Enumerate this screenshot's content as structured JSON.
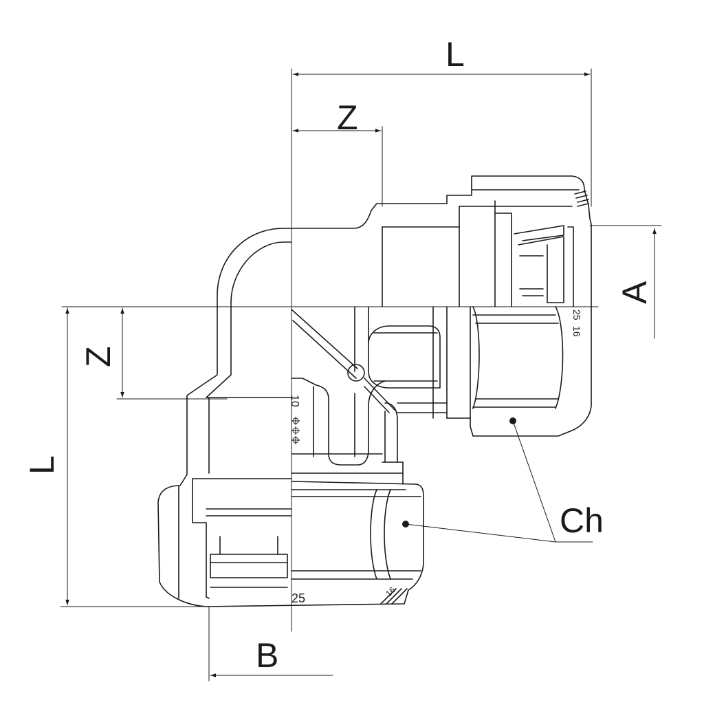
{
  "labels": {
    "length_top": "L",
    "z_top": "Z",
    "dim_a": "A",
    "z_left": "Z",
    "length_left": "L",
    "dim_b": "B",
    "wrench": "Ch"
  },
  "markings": {
    "top_nut_size": "25",
    "top_pressure": "16",
    "bottom_nut_size": "25",
    "bottom_pressure": "16",
    "body_marking": "10"
  },
  "colors": {
    "line": "#1a1a1a",
    "background": "#ffffff"
  }
}
